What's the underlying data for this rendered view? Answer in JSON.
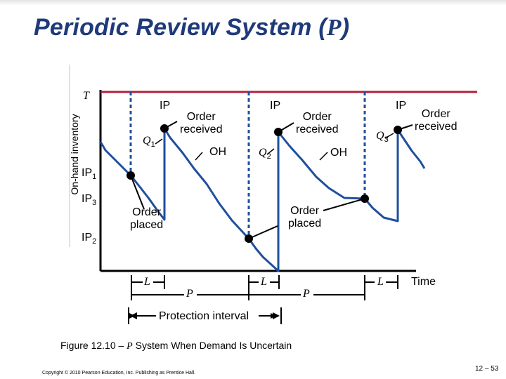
{
  "slide": {
    "title_prefix": "Periodic Review System (",
    "title_var": "P",
    "title_suffix": ")",
    "caption_prefix": "Figure 12.10 – ",
    "caption_var": "P",
    "caption_suffix": " System When Demand Is Uncertain",
    "copyright": "Copyright © 2010 Pearson Education, Inc. Publishing as Prentice Hall.",
    "page_number": "12 – 53"
  },
  "diagram": {
    "y_axis_label": "On-hand inventory",
    "x_axis_label": "Time",
    "target_label": "T",
    "ip_labels": [
      "IP",
      "IP",
      "IP"
    ],
    "order_received": [
      "Order\nreceived",
      "Order\nreceived",
      "Order\nreceived"
    ],
    "order_placed": [
      "Order\nplaced",
      "Order\nplaced"
    ],
    "q_labels": [
      {
        "base": "Q",
        "sub": "1"
      },
      {
        "base": "Q",
        "sub": "2"
      },
      {
        "base": "Q",
        "sub": "3"
      }
    ],
    "oh_labels": [
      "OH",
      "OH"
    ],
    "ip_levels": [
      {
        "base": "IP",
        "sub": "1"
      },
      {
        "base": "IP",
        "sub": "3"
      },
      {
        "base": "IP",
        "sub": "2"
      }
    ],
    "lead_time_labels": [
      "L",
      "L",
      "L"
    ],
    "period_labels": [
      "P",
      "P"
    ],
    "protection_interval_label": "Protection interval",
    "colors": {
      "inventory_line": "#1f4f9c",
      "target_line": "#b3203a",
      "axes": "#000000",
      "title": "#1f3a7a",
      "marker": "#000000"
    }
  }
}
